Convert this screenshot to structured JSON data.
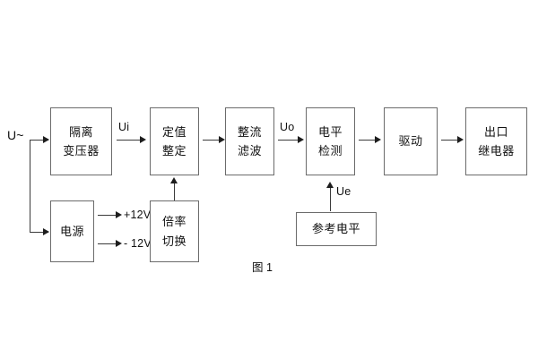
{
  "figure": {
    "caption": "图 1",
    "input_label": "U~",
    "signal_labels": {
      "ui": "Ui",
      "uo": "Uo",
      "ue": "Ue",
      "pos12v": "+12V",
      "neg12v": "- 12V"
    },
    "colors": {
      "box_border": "#6b6b6b",
      "line": "#3a3a3a",
      "text": "#111111",
      "background": "#ffffff"
    },
    "blocks": [
      {
        "id": "isolation-transformer",
        "line1": "隔离",
        "line2": "变压器"
      },
      {
        "id": "power-supply",
        "line1": "电源",
        "line2": ""
      },
      {
        "id": "setting-value",
        "line1": "定值",
        "line2": "整定"
      },
      {
        "id": "multiplier-switch",
        "line1": "倍率",
        "line2": "切换"
      },
      {
        "id": "rectify-filter",
        "line1": "整流",
        "line2": "滤波"
      },
      {
        "id": "level-detect",
        "line1": "电平",
        "line2": "检测"
      },
      {
        "id": "reference-level",
        "line1": "参考电平",
        "line2": ""
      },
      {
        "id": "drive",
        "line1": "驱动",
        "line2": ""
      },
      {
        "id": "output-relay",
        "line1": "出口",
        "line2": "继电器"
      }
    ]
  }
}
